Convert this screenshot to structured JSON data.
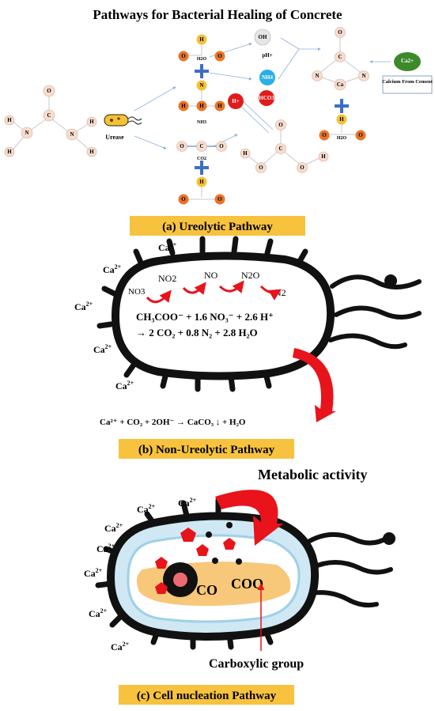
{
  "title": "Pathways for Bacterial Healing of Concrete",
  "panel_a": {
    "banner": "(a) Ureolytic Pathway",
    "enzyme_label": "Urease",
    "nh3_label": "NH3",
    "h2o_label": "H2O",
    "co2_label": "CO2",
    "ph_label": "pH+",
    "ion_oh": "OH",
    "ion_nh4": "NH4",
    "ion_h": "H+",
    "ion_hco3": "HCO3",
    "ion_ca": "Ca2+",
    "calcium_source": "Calcium From Cement",
    "atom_o": "O",
    "atom_h": "H",
    "atom_n": "N",
    "atom_c": "C",
    "atom_ca": "Ca"
  },
  "panel_b": {
    "banner": "(b) Non-Ureolytic Pathway",
    "ion": "Ca",
    "ion_charge": "2+",
    "no3": "NO3",
    "no2": "NO2",
    "no": "NO",
    "n2o": "N2O",
    "n2": "N2",
    "reaction_line1": "CH₃COO⁻ + 1.6 NO₃⁻ + 2.6 H⁺",
    "reaction_line2": "→ 2 CO₂ + 0.8 N₂ + 2.8 H₂O",
    "precipitation": "Ca²⁺ + CO₂ + 2OH⁻ → CaCO₃ ↓ + H₂O"
  },
  "panel_c": {
    "banner": "(c) Cell nucleation Pathway",
    "metabolic_label": "Metabolic activity",
    "carboxylic_label": "Carboxylic group",
    "coo_label_1": "CO",
    "coo_label_2": "COO",
    "ion": "Ca",
    "ion_charge": "2+"
  },
  "colors": {
    "banner_fill": "#f7c23e",
    "arrow_red": "#e8131b",
    "cell_outline": "#111111",
    "cytoplasm": "#f7c77a",
    "membrane_blue": "#cfe8f4",
    "cross_blue": "#3b6fc6",
    "atom_orange": "#e9742a",
    "atom_yellow": "#f4c232",
    "atom_peach": "#f6ddd0",
    "atom_red": "#e11b1b",
    "atom_cyan": "#28b0e6",
    "atom_green": "#3d8a2a"
  }
}
